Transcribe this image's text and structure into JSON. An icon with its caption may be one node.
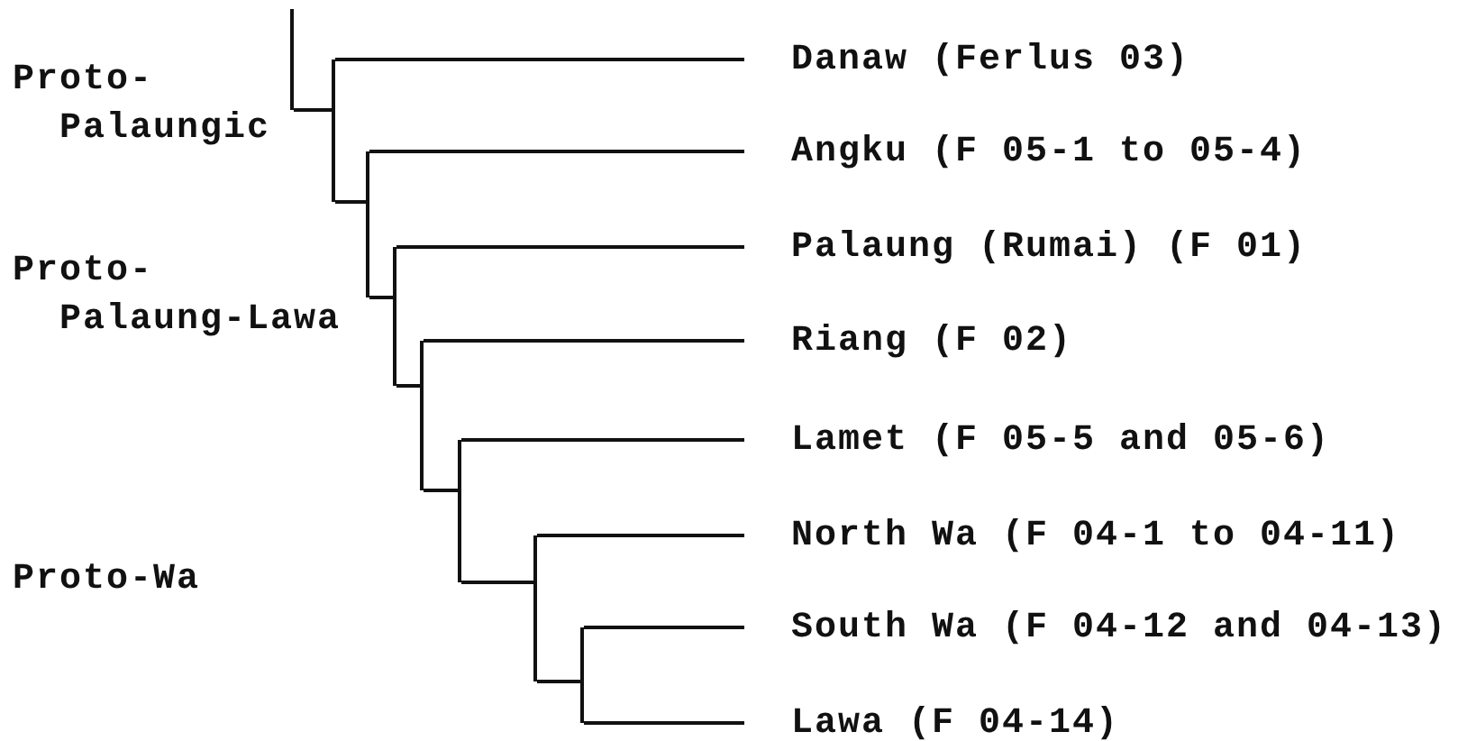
{
  "diagram": {
    "nodes": [
      {
        "text": [],
        "shape": "bar"
      },
      {
        "text": [],
        "shape": "bar"
      },
      {
        "text": [
          "Danaw (Ferlus 03)"
        ]
      },
      {
        "text": [],
        "shape": "bar"
      },
      {
        "text": [
          "Angku (F 05-1 to 05-4)"
        ]
      },
      {
        "text": [],
        "shape": "bar"
      },
      {
        "text": [
          "Palaung (Rumai) (F 01)"
        ]
      },
      {
        "text": [],
        "shape": "bar"
      },
      {
        "text": [
          "Riang (F 02)"
        ]
      },
      {
        "text": [],
        "shape": "bar"
      },
      {
        "text": [
          "Lamet (F 05-5 and 05-6)"
        ]
      },
      {
        "text": [],
        "shape": "bar"
      },
      {
        "text": [
          "North Wa (F 04-1 to 04-11)"
        ]
      },
      {
        "text": [],
        "shape": "bar"
      },
      {
        "text": [
          "South Wa (F 04-12 and 04-13)"
        ]
      },
      {
        "text": [
          "Lawa (F 04-14)"
        ]
      }
    ],
    "edges": [
      {
        "from": 0,
        "to": 1,
        "arrow": "none"
      },
      {
        "from": 1,
        "to": 2,
        "arrow": "none"
      },
      {
        "from": 1,
        "to": 3,
        "arrow": "none"
      },
      {
        "from": 3,
        "to": 4,
        "arrow": "none"
      },
      {
        "from": 3,
        "to": 5,
        "arrow": "none"
      },
      {
        "from": 5,
        "to": 6,
        "arrow": "none"
      },
      {
        "from": 5,
        "to": 7,
        "arrow": "none"
      },
      {
        "from": 7,
        "to": 8,
        "arrow": "none"
      },
      {
        "from": 7,
        "to": 9,
        "arrow": "none"
      },
      {
        "from": 9,
        "to": 10,
        "arrow": "none"
      },
      {
        "from": 9,
        "to": 11,
        "arrow": "none"
      },
      {
        "from": 11,
        "to": 12,
        "arrow": "none"
      },
      {
        "from": 11,
        "to": 13,
        "arrow": "none"
      },
      {
        "from": 13,
        "to": 14,
        "arrow": "none"
      },
      {
        "from": 13,
        "to": 15,
        "arrow": "none"
      }
    ],
    "labels": [
      "Proto- Palaungic",
      "Proto- Palaung-Lawa",
      "Proto-Wa"
    ]
  }
}
